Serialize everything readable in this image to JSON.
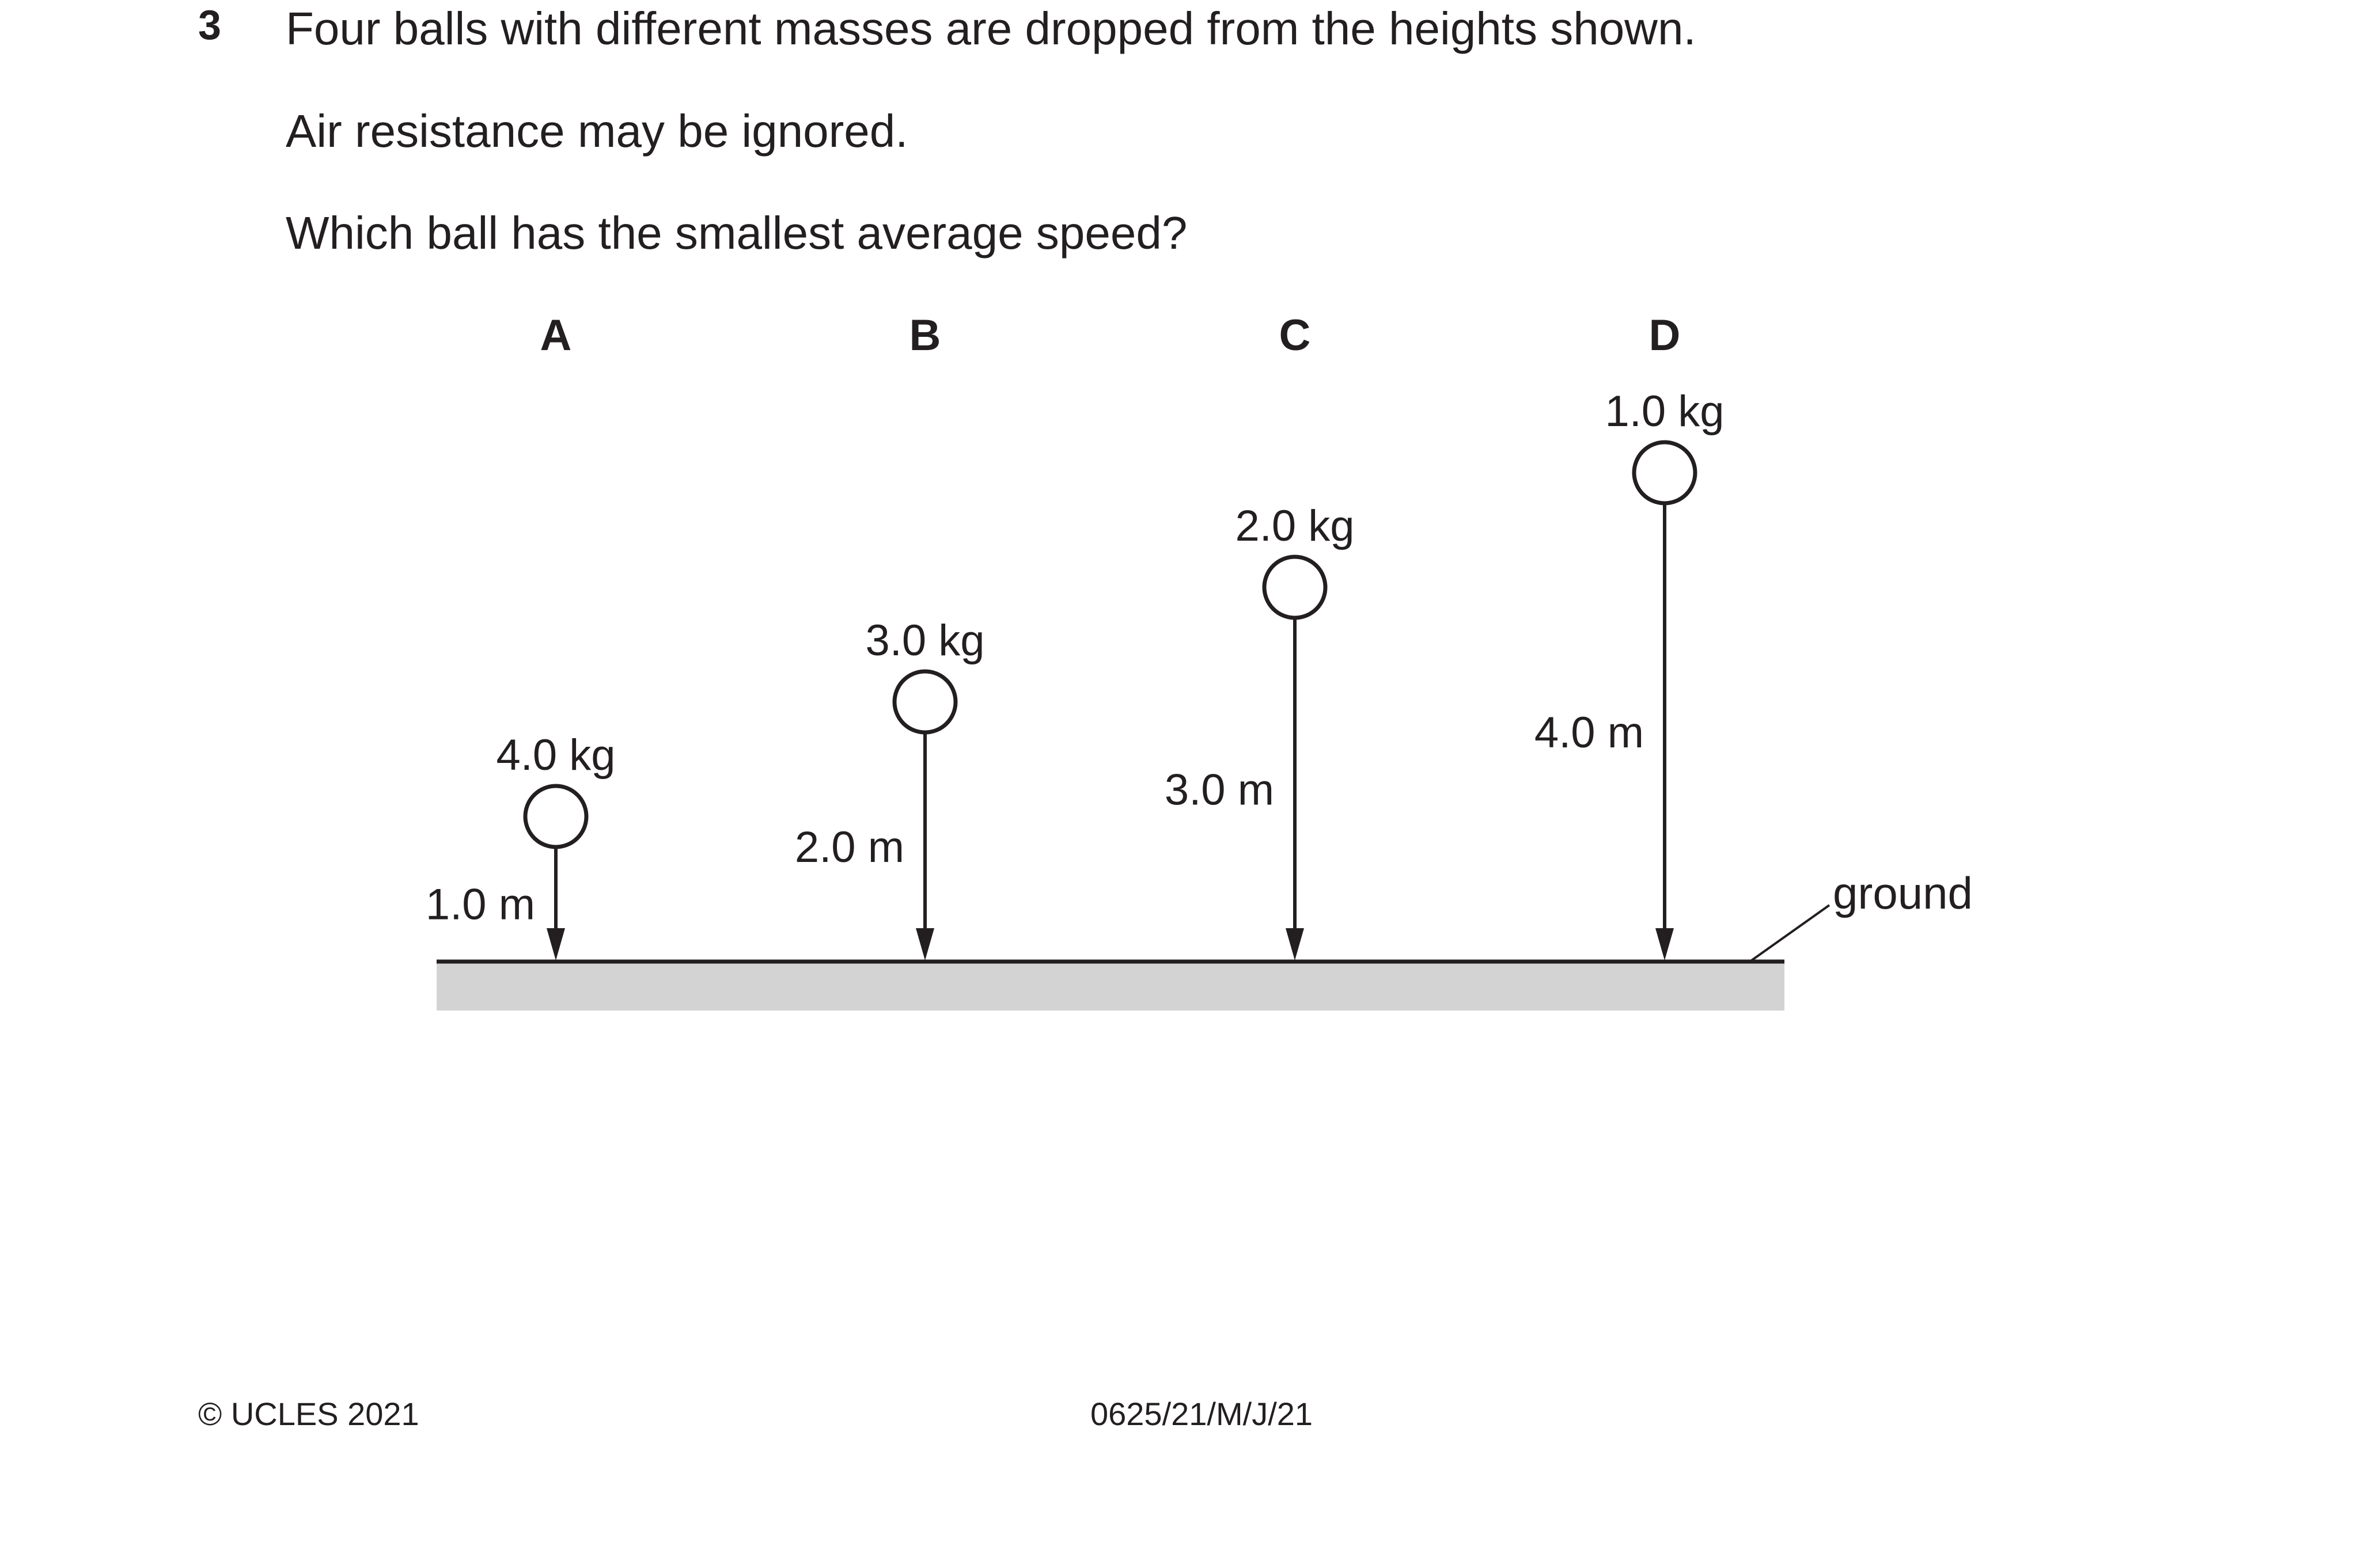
{
  "question": {
    "number": "3",
    "lines": [
      "Four balls with different masses are dropped from the heights shown.",
      "Air resistance may be ignored.",
      "Which ball has the smallest average speed?"
    ]
  },
  "diagram": {
    "ground_label": "ground",
    "balls": [
      {
        "option": "A",
        "mass": 4.0,
        "mass_label": "4.0 kg",
        "height": 1.0,
        "height_label": "1.0 m"
      },
      {
        "option": "B",
        "mass": 3.0,
        "mass_label": "3.0 kg",
        "height": 2.0,
        "height_label": "2.0 m"
      },
      {
        "option": "C",
        "mass": 2.0,
        "mass_label": "2.0 kg",
        "height": 3.0,
        "height_label": "3.0 m"
      },
      {
        "option": "D",
        "mass": 1.0,
        "mass_label": "1.0 kg",
        "height": 4.0,
        "height_label": "4.0 m"
      }
    ],
    "colors": {
      "ink": "#231f20",
      "ground_fill": "#d3d3d3"
    }
  },
  "footer": {
    "copyright": "© UCLES 2021",
    "paper_code": "0625/21/M/J/21"
  }
}
